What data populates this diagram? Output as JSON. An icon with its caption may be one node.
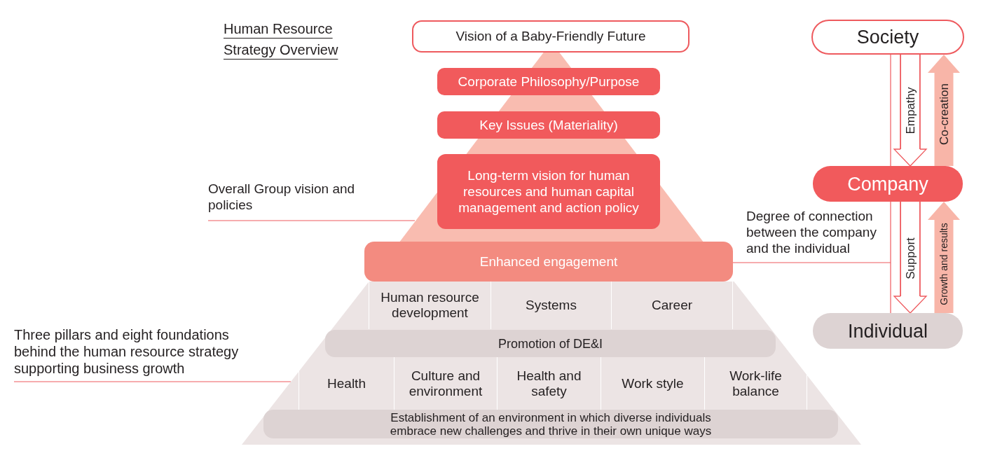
{
  "diagram": {
    "title": "Human Resource Strategy Overview",
    "nodes": [
      {
        "text": [
          "Vision of a Baby-Friendly Future"
        ]
      },
      {
        "text": [
          "Corporate Philosophy/Purpose"
        ]
      },
      {
        "text": [
          "Key Issues (Materiality)"
        ]
      },
      {
        "text": [
          "Long-term vision for human resources and human capital management and action policy"
        ]
      },
      {
        "text": [
          "Enhanced engagement"
        ]
      },
      {
        "text": [],
        "shape": "trapezoid"
      },
      {
        "text": [
          "Human resource development"
        ],
        "in": 5
      },
      {
        "text": [
          "Systems"
        ],
        "in": 5
      },
      {
        "text": [
          "Career"
        ],
        "in": 5
      },
      {
        "text": [
          "Promotion of DE&I"
        ],
        "in": 5
      },
      {
        "text": [
          "Health"
        ],
        "in": 5
      },
      {
        "text": [
          "Culture and environment"
        ],
        "in": 5
      },
      {
        "text": [
          "Health and safety"
        ],
        "in": 5
      },
      {
        "text": [
          "Work style"
        ],
        "in": 5
      },
      {
        "text": [
          "Work-life balance"
        ],
        "in": 5
      },
      {
        "text": [
          "Establishment of an environment in which diverse individuals embrace new challenges and thrive in their own unique ways"
        ],
        "in": 5
      },
      {
        "text": [
          "Society"
        ]
      },
      {
        "text": [
          "Company"
        ]
      },
      {
        "text": [
          "Individual"
        ]
      },
      {
        "text": [
          "Overall Group vision and policies"
        ]
      },
      {
        "text": [
          "Three pillars and eight foundations behind the human resource strategy supporting business growth"
        ]
      },
      {
        "text": [
          "Degree of connection between the company and the individual"
        ]
      }
    ],
    "edges": [
      {
        "from": 16,
        "to": 17,
        "arrow": "to",
        "label": "Empathy",
        "style": "thick"
      },
      {
        "from": 17,
        "to": 16,
        "arrow": "to",
        "label": "Co-creation",
        "style": "thick",
        "color": "#f8b5a8"
      },
      {
        "from": 17,
        "to": 18,
        "arrow": "to",
        "label": "Support",
        "style": "thick"
      },
      {
        "from": 18,
        "to": 17,
        "arrow": "to",
        "label": "Growth and results",
        "style": "thick",
        "color": "#f8b5a8"
      },
      {
        "from": 16,
        "to": 17,
        "arrow": "none"
      },
      {
        "from": 17,
        "to": 18,
        "arrow": "none"
      },
      {
        "from": 19,
        "to": null,
        "arrow": "none"
      },
      {
        "from": 20,
        "to": 5,
        "arrow": "none"
      },
      {
        "from": 21,
        "to": 4,
        "arrow": "none"
      }
    ]
  }
}
